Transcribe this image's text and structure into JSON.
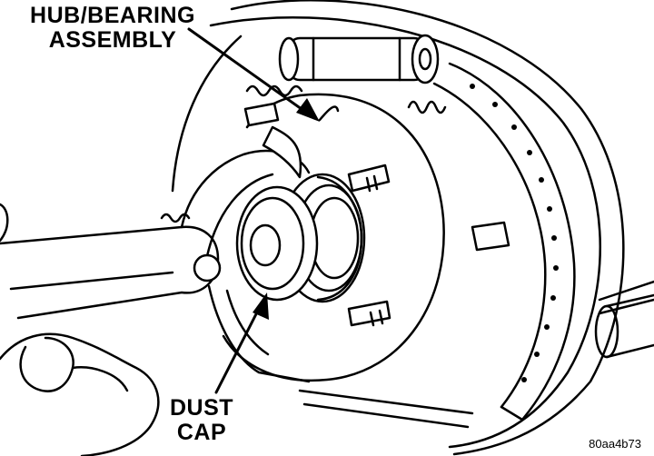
{
  "callouts": {
    "hub_bearing_line1": "HUB/BEARING",
    "hub_bearing_line2": "ASSEMBLY",
    "dust_cap_line1": "DUST",
    "dust_cap_line2": "CAP"
  },
  "figure_id": "80aa4b73",
  "colors": {
    "ink": "#000000",
    "paper": "#ffffff"
  }
}
